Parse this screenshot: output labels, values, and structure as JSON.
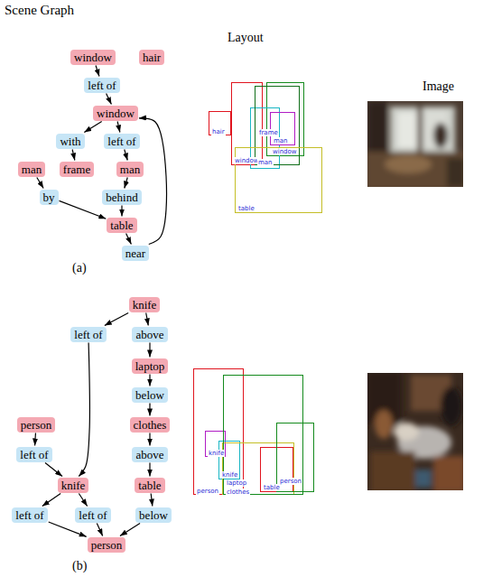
{
  "diagram": {
    "nodes": [
      {
        "text": [
          "window"
        ]
      },
      {
        "text": [
          "hair"
        ]
      },
      {
        "text": [
          "left of"
        ]
      },
      {
        "text": [
          "window"
        ]
      },
      {
        "text": [
          "with"
        ]
      },
      {
        "text": [
          "left of"
        ]
      },
      {
        "text": [
          "man"
        ]
      },
      {
        "text": [
          "frame"
        ]
      },
      {
        "text": [
          "man"
        ]
      },
      {
        "text": [
          "by"
        ]
      },
      {
        "text": [
          "behind"
        ]
      },
      {
        "text": [
          "table"
        ]
      },
      {
        "text": [
          "near"
        ]
      },
      {
        "text": [
          "window"
        ]
      },
      {
        "text": [
          "hair"
        ]
      },
      {
        "text": [
          "window"
        ]
      },
      {
        "text": [
          "frame"
        ]
      },
      {
        "text": [
          "man"
        ]
      },
      {
        "text": [
          "man"
        ]
      },
      {
        "text": [
          "table"
        ]
      },
      {
        "text": [
          "knife"
        ]
      },
      {
        "text": [
          "left of"
        ]
      },
      {
        "text": [
          "above"
        ]
      },
      {
        "text": [
          "laptop"
        ]
      },
      {
        "text": [
          "below"
        ]
      },
      {
        "text": [
          "person"
        ]
      },
      {
        "text": [
          "clothes"
        ]
      },
      {
        "text": [
          "left of"
        ]
      },
      {
        "text": [
          "above"
        ]
      },
      {
        "text": [
          "knife"
        ]
      },
      {
        "text": [
          "table"
        ]
      },
      {
        "text": [
          "left of"
        ]
      },
      {
        "text": [
          "left of"
        ]
      },
      {
        "text": [
          "below"
        ]
      },
      {
        "text": [
          "person"
        ]
      },
      {
        "text": [
          "knife"
        ]
      },
      {
        "text": [
          "person"
        ]
      },
      {
        "text": [
          "knife"
        ]
      },
      {
        "text": [
          "laptop"
        ]
      },
      {
        "text": [
          "clothes"
        ]
      },
      {
        "text": [
          "table"
        ]
      },
      {
        "text": [
          "person"
        ]
      }
    ],
    "edges": [
      {
        "from": 0,
        "to": 2,
        "arrow": "to"
      },
      {
        "from": 2,
        "to": 3,
        "arrow": "to"
      },
      {
        "from": 3,
        "to": 4,
        "arrow": "to"
      },
      {
        "from": 3,
        "to": 5,
        "arrow": "to"
      },
      {
        "from": 4,
        "to": 7,
        "arrow": "to"
      },
      {
        "from": 5,
        "to": 8,
        "arrow": "to"
      },
      {
        "from": 6,
        "to": 9,
        "arrow": "to"
      },
      {
        "from": 9,
        "to": 11,
        "arrow": "to"
      },
      {
        "from": 8,
        "to": 10,
        "arrow": "to"
      },
      {
        "from": 10,
        "to": 11,
        "arrow": "to"
      },
      {
        "from": 11,
        "to": 12,
        "arrow": "to"
      },
      {
        "from": 12,
        "to": 3,
        "arrow": "to"
      },
      {
        "from": 20,
        "to": 21,
        "arrow": "to"
      },
      {
        "from": 20,
        "to": 22,
        "arrow": "to"
      },
      {
        "from": 22,
        "to": 23,
        "arrow": "to"
      },
      {
        "from": 23,
        "to": 24,
        "arrow": "to"
      },
      {
        "from": 24,
        "to": 26,
        "arrow": "to"
      },
      {
        "from": 26,
        "to": 28,
        "arrow": "to"
      },
      {
        "from": 28,
        "to": 30,
        "arrow": "to"
      },
      {
        "from": 30,
        "to": 33,
        "arrow": "to"
      },
      {
        "from": 33,
        "to": 34,
        "arrow": "to"
      },
      {
        "from": 21,
        "to": 29,
        "arrow": "to"
      },
      {
        "from": 25,
        "to": 27,
        "arrow": "to"
      },
      {
        "from": 27,
        "to": 29,
        "arrow": "to"
      },
      {
        "from": 29,
        "to": 31,
        "arrow": "to"
      },
      {
        "from": 29,
        "to": 32,
        "arrow": "to"
      },
      {
        "from": 31,
        "to": 34,
        "arrow": "to"
      },
      {
        "from": 32,
        "to": 34,
        "arrow": "to"
      }
    ],
    "labels": [
      "Scene Graph",
      "Layout",
      "Image",
      "(a)",
      "(b)"
    ]
  }
}
